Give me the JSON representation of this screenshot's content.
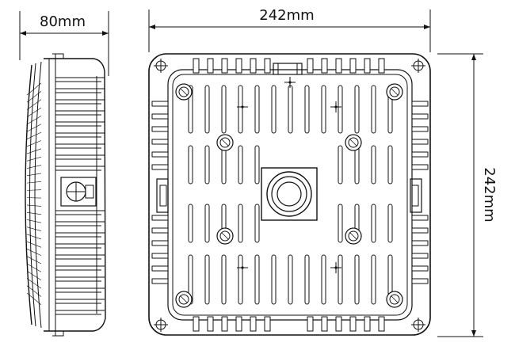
{
  "dimensions": {
    "side_width": "80mm",
    "front_width": "242mm",
    "front_height": "242mm"
  },
  "colors": {
    "line": "#111111",
    "background": "#ffffff"
  }
}
